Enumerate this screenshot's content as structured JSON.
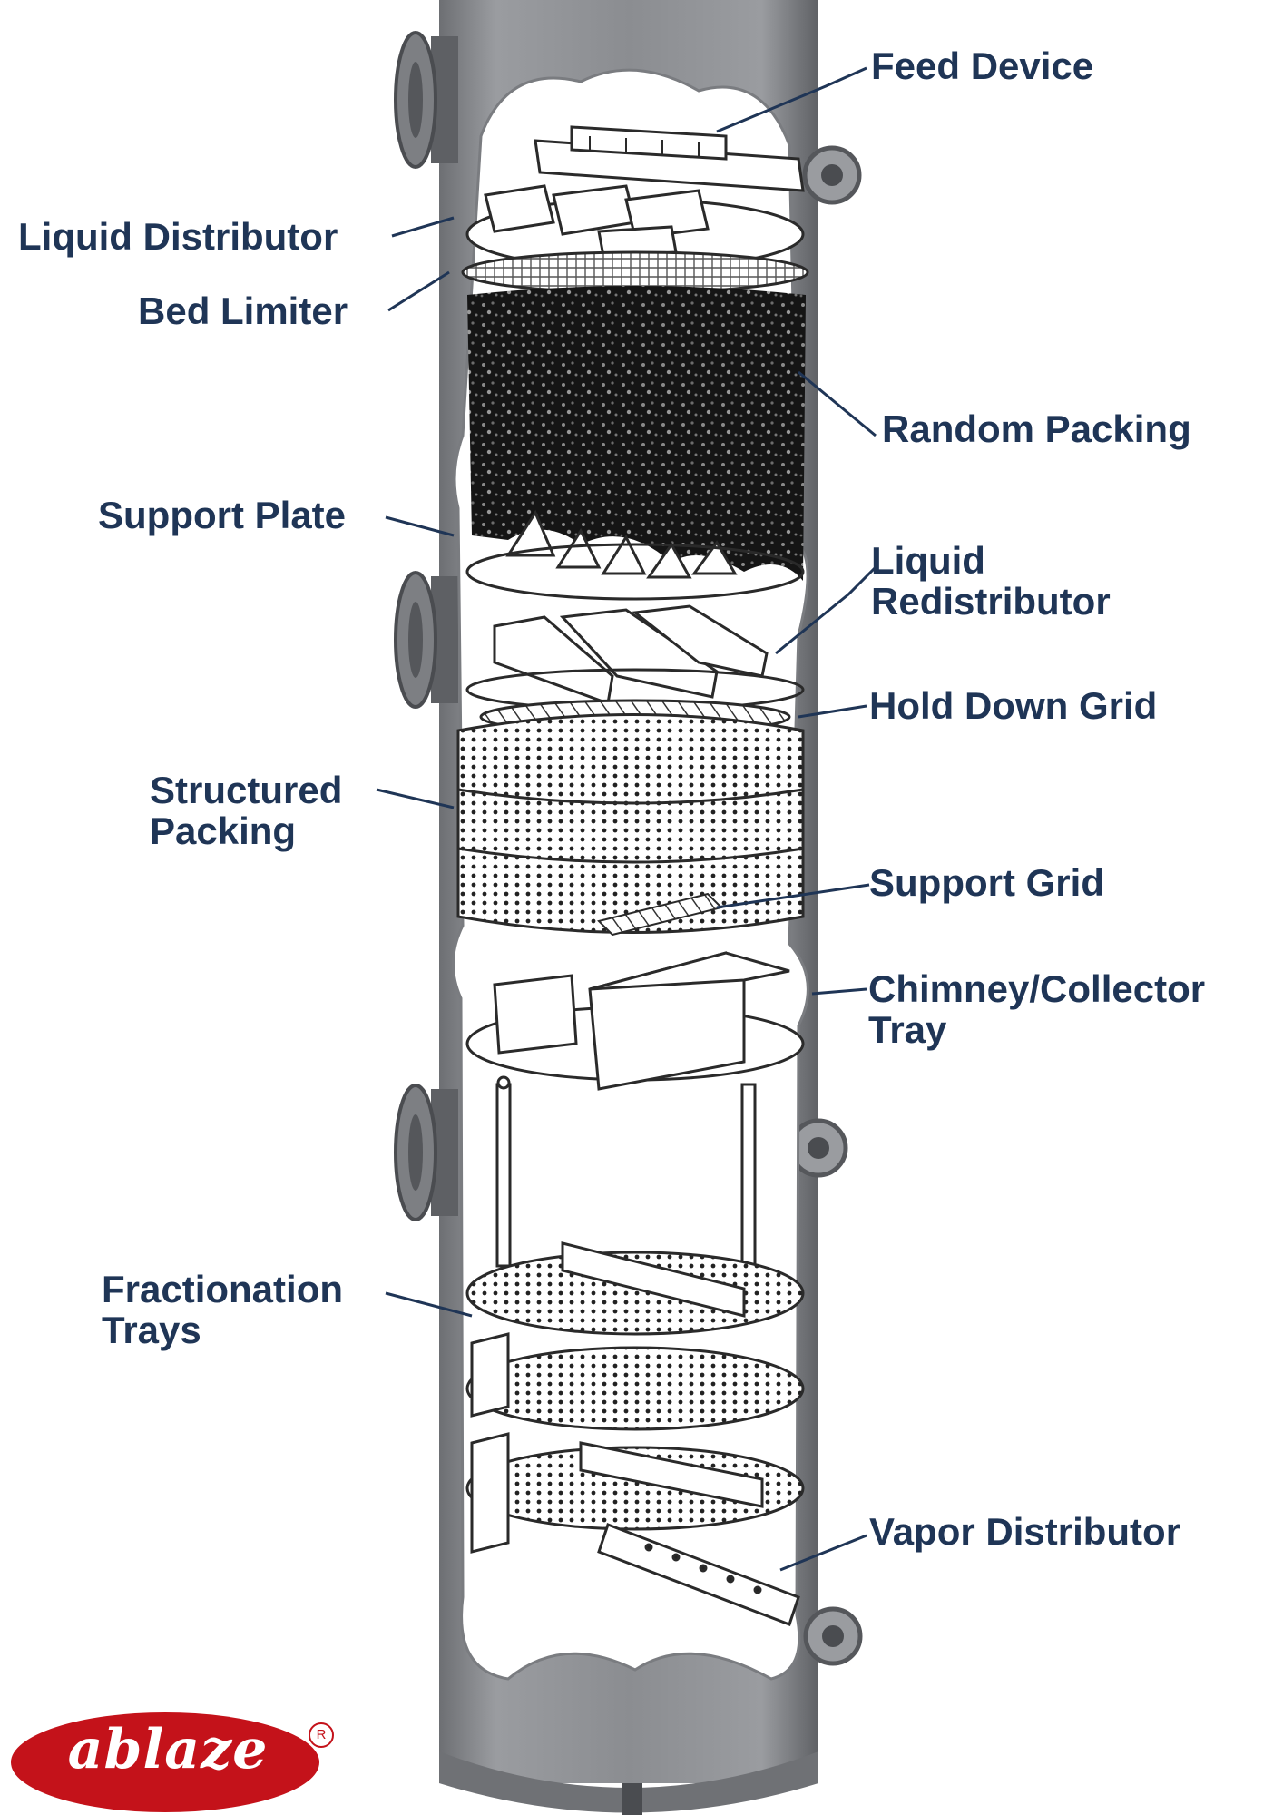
{
  "labels": {
    "feed_device": "Feed Device",
    "liquid_distributor": "Liquid Distributor",
    "bed_limiter": "Bed Limiter",
    "random_packing": "Random Packing",
    "support_plate": "Support Plate",
    "liquid_redistributor_1": "Liquid",
    "liquid_redistributor_2": "Redistributor",
    "hold_down_grid": "Hold Down Grid",
    "structured_packing_1": "Structured",
    "structured_packing_2": "Packing",
    "support_grid": "Support Grid",
    "chimney_tray_1": "Chimney/Collector",
    "chimney_tray_2": "Tray",
    "fractionation_trays_1": "Fractionation",
    "fractionation_trays_2": "Trays",
    "vapor_distributor": "Vapor Distributor"
  },
  "logo": {
    "text": "ablaze",
    "registered": "R"
  },
  "colors": {
    "label_text": "#1f3556",
    "leader_line": "#1f3556",
    "column_shell": "#8a8c90",
    "column_shell_dark": "#5e6064",
    "internals_fill": "#ffffff",
    "internals_outline": "#2a2a2a",
    "packing_dark": "#151515",
    "logo_red": "#c4121a"
  }
}
